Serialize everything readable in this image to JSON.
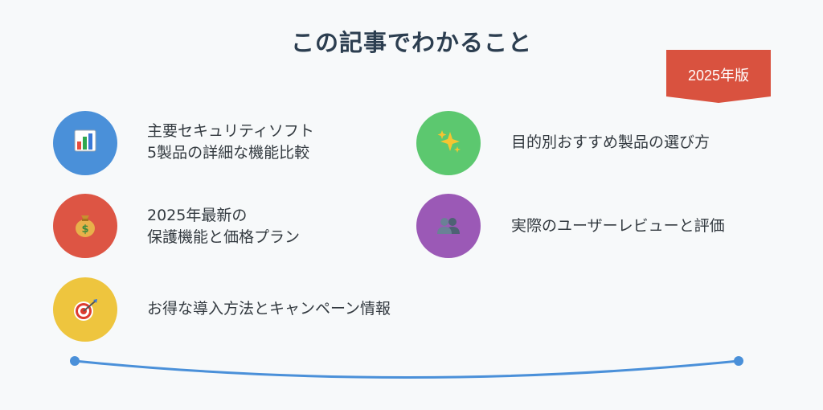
{
  "title": "この記事でわかること",
  "badge": {
    "label": "2025年版",
    "color": "#d9523f"
  },
  "items": [
    {
      "lines": [
        "主要セキュリティソフト",
        "5製品の詳細な機能比較"
      ],
      "icon": "bar-chart-icon",
      "color": "#4a90d9"
    },
    {
      "lines": [
        "目的別おすすめ製品の選び方"
      ],
      "icon": "sparkles-icon",
      "color": "#5cc86f"
    },
    {
      "lines": [
        "2025年最新の",
        "保護機能と価格プラン"
      ],
      "icon": "money-bag-icon",
      "color": "#dd5544"
    },
    {
      "lines": [
        "実際のユーザーレビューと評価"
      ],
      "icon": "users-icon",
      "color": "#9b59b6"
    },
    {
      "lines": [
        "お得な導入方法とキャンペーン情報"
      ],
      "icon": "target-icon",
      "color": "#eec53e"
    }
  ],
  "line_color": "#4a90d9"
}
